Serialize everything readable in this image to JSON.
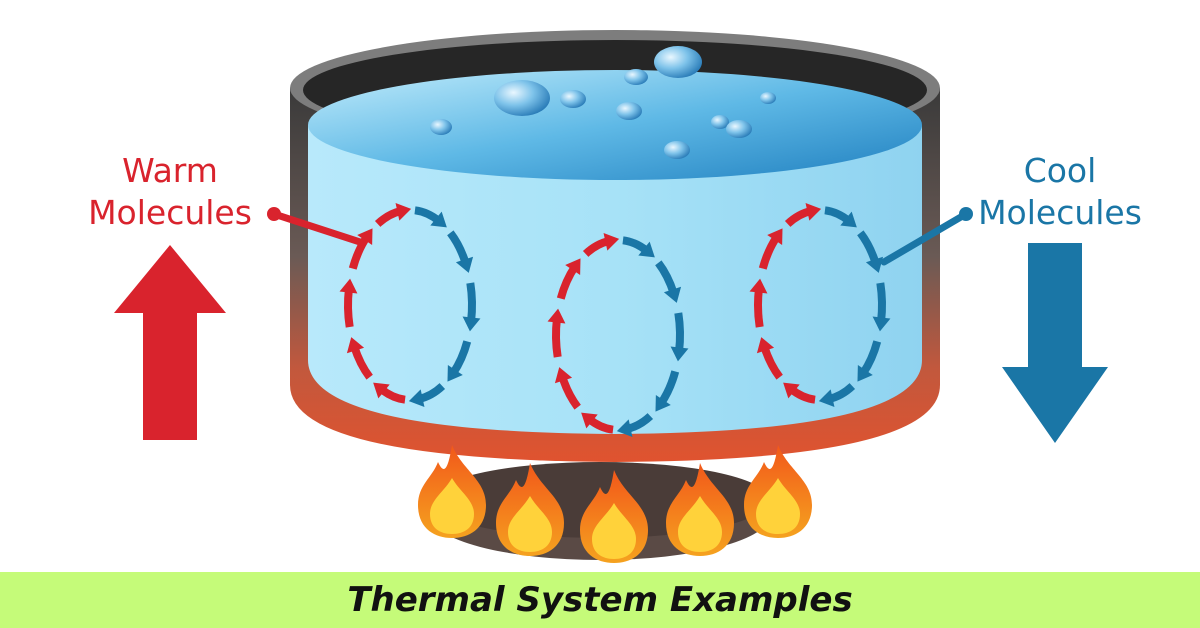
{
  "labels": {
    "warm_line1": "Warm",
    "warm_line2": "Molecules",
    "cool_line1": "Cool",
    "cool_line2": "Molecules"
  },
  "banner": {
    "title": "Thermal System Examples"
  },
  "colors": {
    "warm": "#d9232d",
    "cool": "#1a76a6",
    "banner_bg": "#c5fb79",
    "water": "#9fdcf5",
    "pot_rim": "#7a7a7a",
    "pot_hot": "#d9533a",
    "burner": "#5a4a45",
    "flame_outer": "#f06a1c",
    "flame_inner": "#ffd23a"
  },
  "icons": {
    "big_up_arrow": "arrow-up-icon",
    "big_down_arrow": "arrow-down-icon",
    "flame": "flame-icon",
    "bubble": "bubble-icon"
  },
  "convection_cells": 3,
  "flames": 5
}
